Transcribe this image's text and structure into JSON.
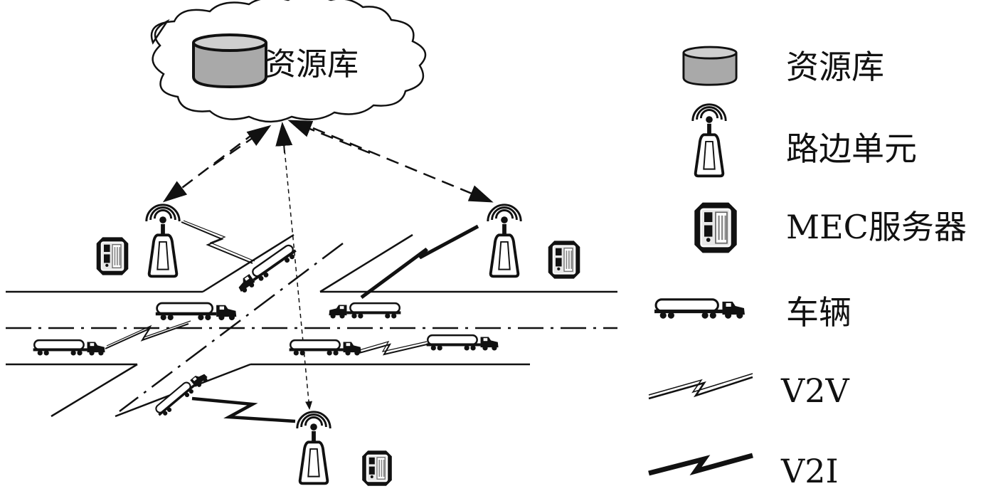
{
  "cloud": {
    "label": "资源库"
  },
  "legend": {
    "items": [
      {
        "key": "database",
        "label": "资源库"
      },
      {
        "key": "rsu",
        "label": "路边单元"
      },
      {
        "key": "mec",
        "label": "MEC服务器"
      },
      {
        "key": "vehicle",
        "label": "车辆"
      },
      {
        "key": "v2v",
        "label": "V2V"
      },
      {
        "key": "v2i",
        "label": "V2I"
      }
    ]
  },
  "colors": {
    "db_body": "#a9a9a9",
    "db_top": "#cfcfcf",
    "ink": "#111111"
  }
}
